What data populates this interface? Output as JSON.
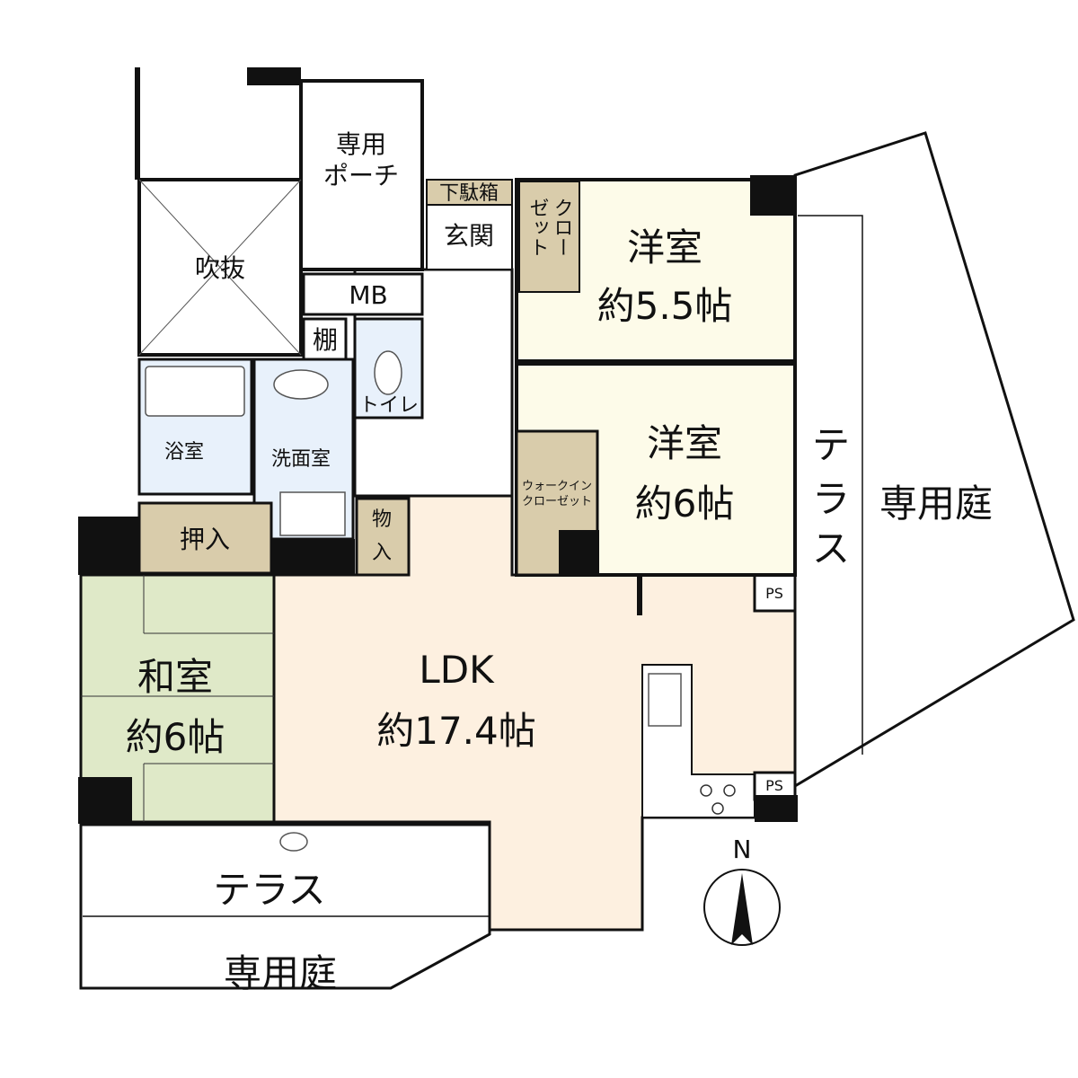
{
  "colors": {
    "western_room": "#fdfbe9",
    "ldk": "#fdf0e0",
    "japanese_room": "#dfe9c8",
    "wet_area": "#e8f1fb",
    "storage": "#d9ccab",
    "wall": "#111111"
  },
  "rooms": {
    "porch": {
      "line1": "専用",
      "line2": "ポーチ"
    },
    "shoe_box": "下駄箱",
    "entrance": "玄関",
    "closet": {
      "col1": "クロー",
      "col2": "ゼット"
    },
    "western1": {
      "name": "洋室",
      "size": "約5.5帖"
    },
    "western2": {
      "name": "洋室",
      "size": "約6帖"
    },
    "void": "吹抜",
    "mb": "MB",
    "shelf": "棚",
    "toilet": "トイレ",
    "bath": "浴室",
    "washroom": "洗面室",
    "storage": {
      "c1": "物",
      "c2": "入"
    },
    "oshiire": "押入",
    "walk_in": {
      "line1": "ウォークイン",
      "line2": "クローゼット"
    },
    "japanese": {
      "name": "和室",
      "size": "約6帖"
    },
    "ldk": {
      "name": "LDK",
      "size": "約17.4帖"
    },
    "ps1": "PS",
    "ps2": "PS",
    "terrace_right": {
      "c1": "テ",
      "c2": "ラ",
      "c3": "ス"
    },
    "garden_right": "専用庭",
    "terrace_bottom": "テラス",
    "garden_bottom": "専用庭"
  },
  "compass": {
    "label": "N"
  }
}
